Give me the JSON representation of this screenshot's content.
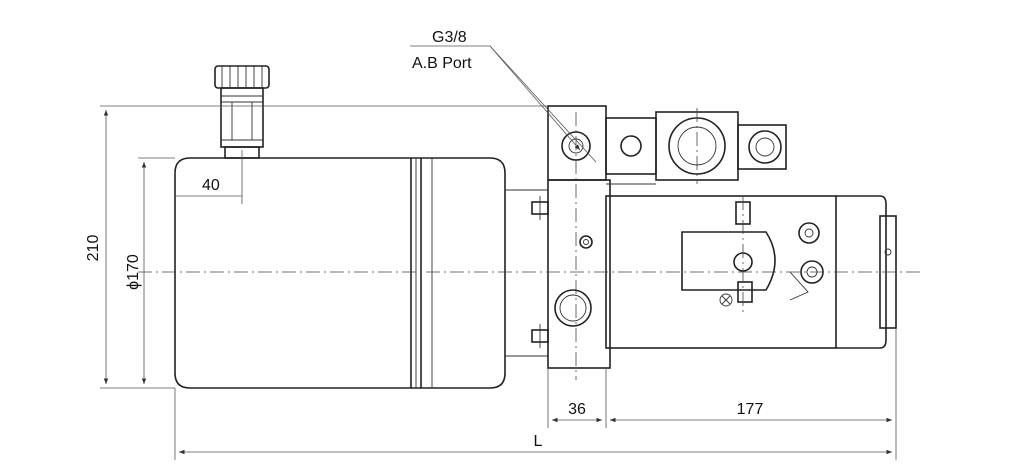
{
  "labels": {
    "port_size": "G3/8",
    "port_name": "A.B Port",
    "height": "210",
    "diameter": "ϕ170",
    "filler_offset": "40",
    "block_width": "36",
    "motor_length": "177",
    "overall_length": "L"
  },
  "colors": {
    "line": "#222222",
    "background": "#ffffff"
  }
}
